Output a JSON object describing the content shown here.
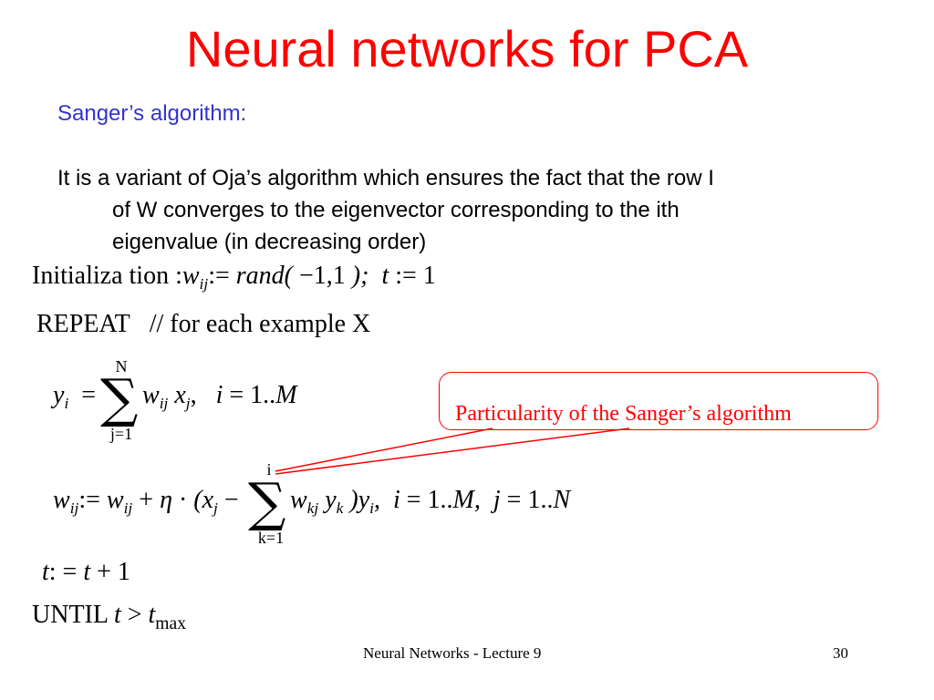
{
  "slide": {
    "title": "Neural networks for PCA",
    "subtitle": "Sanger’s algorithm:",
    "paragraph_line1": "It is a variant of Oja’s algorithm which ensures the fact that the row I",
    "paragraph_line2": "of W converges to the eigenvector corresponding to the ith",
    "paragraph_line3": "eigenvalue (in decreasing order)"
  },
  "equations": {
    "init_label": "Initializa tion :",
    "repeat_label": "REPEAT",
    "repeat_comment": "// for each example X",
    "y_sum_upper": "N",
    "y_sum_lower": "j=1",
    "w_sum_upper": "i",
    "w_sum_lower": "k=1",
    "until_label": "UNTIL"
  },
  "callout": {
    "text": "Particularity of the Sanger’s algorithm",
    "color": "#ff0000"
  },
  "footer": {
    "lecture": "Neural Networks - Lecture 9",
    "page_number": "30"
  },
  "colors": {
    "title": "#ff0000",
    "subtitle": "#3333cc",
    "body": "#000000"
  }
}
